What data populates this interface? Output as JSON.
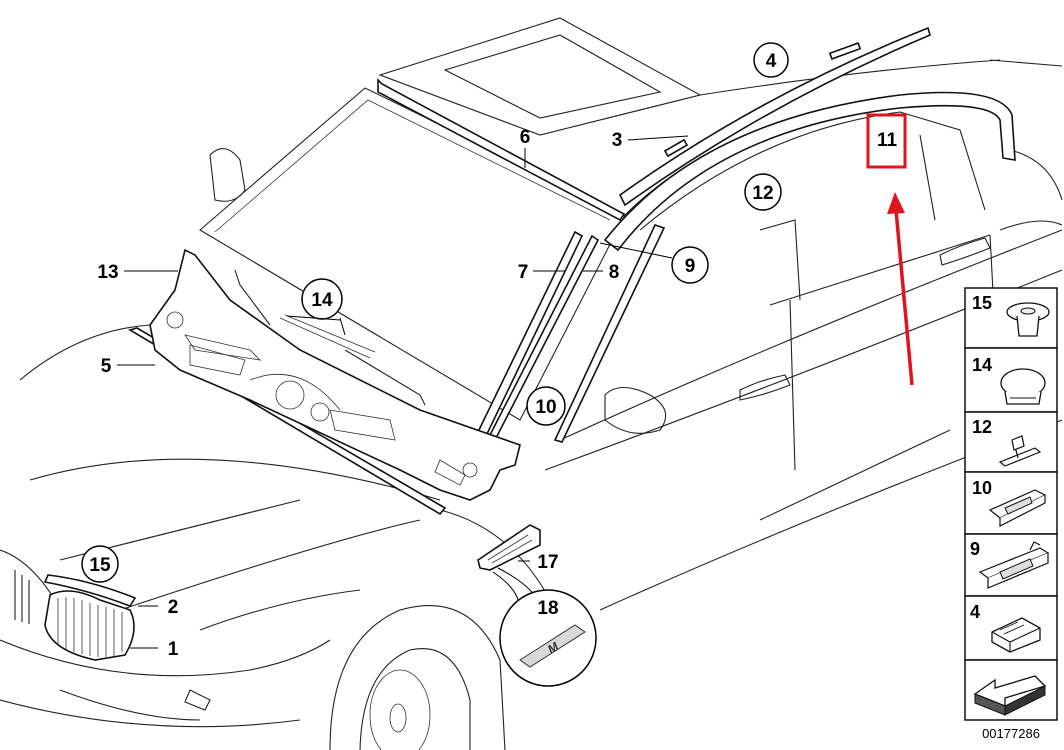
{
  "callouts": {
    "c1": "1",
    "c2": "2",
    "c3": "3",
    "c4": "4",
    "c5": "5",
    "c6": "6",
    "c7": "7",
    "c8": "8",
    "c9": "9",
    "c10": "10",
    "c11": "11",
    "c12": "12",
    "c13": "13",
    "c14": "14",
    "c15": "15",
    "c17": "17",
    "c18": "18"
  },
  "sidebar": {
    "items": [
      {
        "label": "15",
        "icon": "push-rivet-clip-icon"
      },
      {
        "label": "14",
        "icon": "round-clip-icon"
      },
      {
        "label": "12",
        "icon": "retaining-clip-icon"
      },
      {
        "label": "10",
        "icon": "bracket-clip-icon"
      },
      {
        "label": "9",
        "icon": "holder-clip-icon"
      },
      {
        "label": "4",
        "icon": "end-cap-clip-icon"
      }
    ],
    "footer_icon": "next-page-arrow-icon"
  },
  "emblem_text": "M",
  "diagram_code": "00177286",
  "highlight": {
    "color": "#e0141c",
    "target": "11"
  }
}
